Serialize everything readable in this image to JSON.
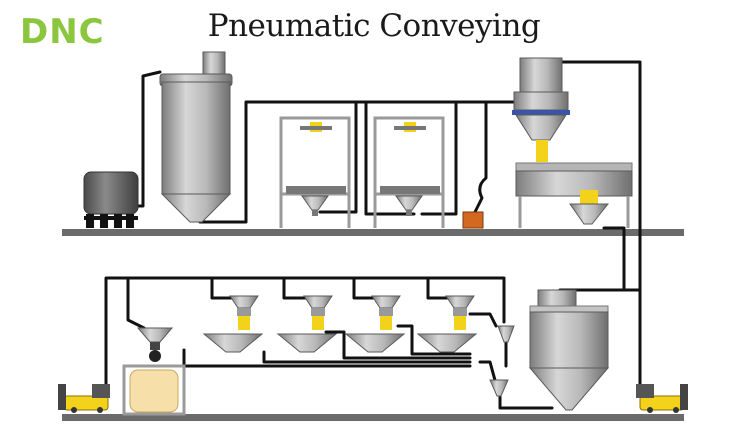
{
  "logo": {
    "text": "DNC",
    "color": "#8cc63f"
  },
  "title": "Pneumatic Conveying",
  "colors": {
    "pipe": "#111111",
    "steel": "#a7a7a7",
    "accent": "#f2d21a",
    "floor": "#6b6b6b",
    "blower": "#f2d21a"
  },
  "equipment": {
    "feed_hoppers_upper": 2,
    "receiving_hoppers_lower": 4
  }
}
